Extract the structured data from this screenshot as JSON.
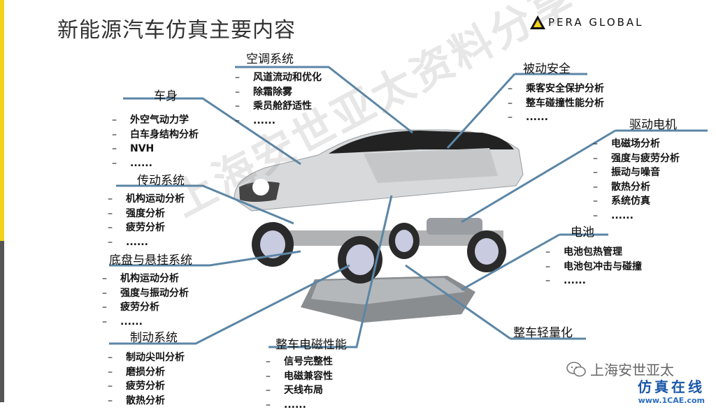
{
  "title": "新能源汽车仿真主要内容",
  "logo": {
    "text": "PERA GLOBAL",
    "accent_color": "#f2d21b"
  },
  "watermark": "上海安世亚太资料分享",
  "wechat_label": "上海安世亚太",
  "site": {
    "name": "仿真在线",
    "url": "www.1CAE.com"
  },
  "sections": {
    "body": {
      "title": "车身",
      "items": [
        "外空气动力学",
        "白车身结构分析",
        "NVH",
        "......"
      ]
    },
    "ac": {
      "title": "空调系统",
      "items": [
        "风道流动和优化",
        "除霜除雾",
        "乘员舱舒适性",
        "......"
      ]
    },
    "passive": {
      "title": "被动安全",
      "items": [
        "乘客安全保护分析",
        "整车碰撞性能分析",
        "......"
      ]
    },
    "motor": {
      "title": "驱动电机",
      "items": [
        "电磁场分析",
        "强度与疲劳分析",
        "振动与噪音",
        "散热分析",
        "系统仿真",
        "......"
      ]
    },
    "trans": {
      "title": "传动系统",
      "items": [
        "机构运动分析",
        "强度分析",
        "疲劳分析",
        "......"
      ]
    },
    "chassis": {
      "title": "底盘与悬挂系统",
      "items": [
        "机构运动分析",
        "强度与振动分析",
        "疲劳分析",
        "......"
      ]
    },
    "battery": {
      "title": "电池",
      "items": [
        "电池包热管理",
        "电池包冲击与碰撞",
        "......"
      ]
    },
    "brake": {
      "title": "制动系统",
      "items": [
        "制动尖叫分析",
        "磨损分析",
        "疲劳分析",
        "散热分析"
      ]
    },
    "emc": {
      "title": "整车电磁性能",
      "items": [
        "信号完整性",
        "电磁兼容性",
        "天线布局",
        "......"
      ]
    },
    "light": {
      "title": "整车轻量化",
      "items": []
    }
  }
}
